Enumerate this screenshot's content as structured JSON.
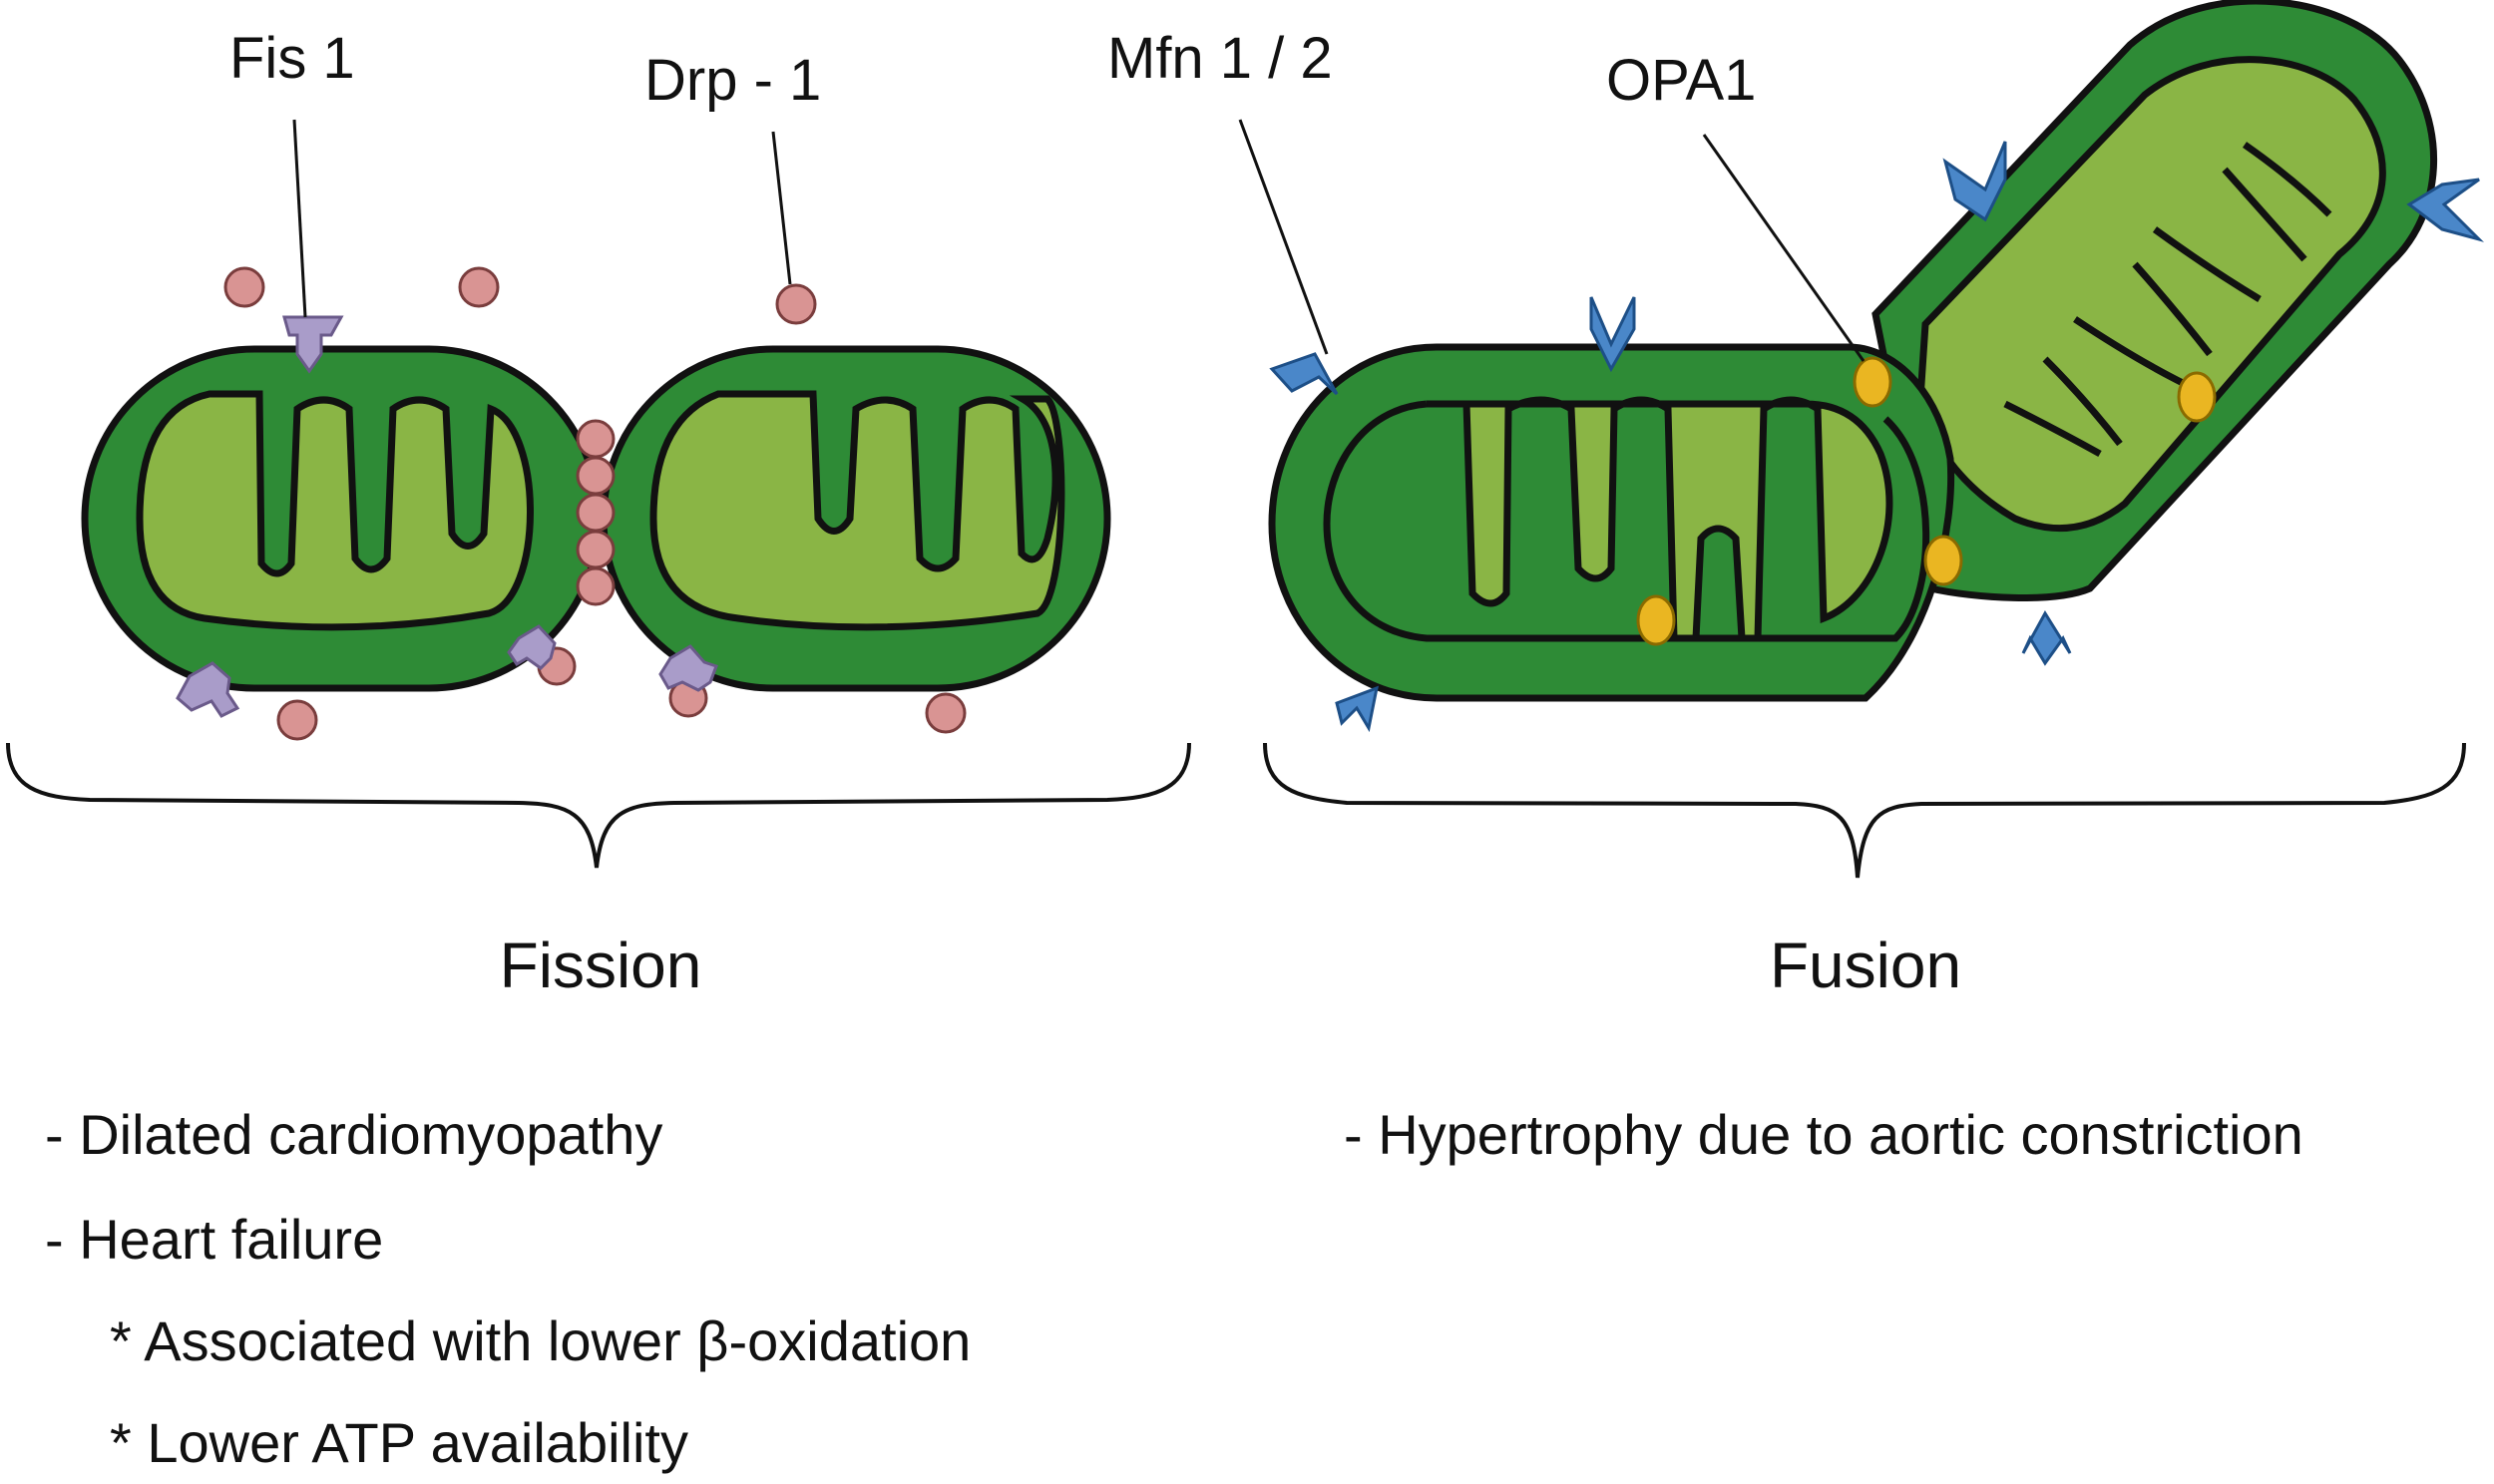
{
  "colors": {
    "outer_membrane": "#2e8b36",
    "matrix": "#8ab545",
    "drp1": "#d99493",
    "fis1": "#a99cc9",
    "mfn": "#4a87c9",
    "opa1": "#eab622"
  },
  "labels": {
    "fis1": "Fis 1",
    "drp1": "Drp - 1",
    "mfn": "Mfn 1 / 2",
    "opa1": "OPA1"
  },
  "fission": {
    "title": "Fission",
    "notes": [
      "- Dilated cardiomyopathy",
      "- Heart failure",
      "* Associated with lower  β-oxidation",
      "* Lower ATP availability"
    ]
  },
  "fusion": {
    "title": "Fusion",
    "notes": [
      "- Hypertrophy due to aortic constriction"
    ]
  }
}
